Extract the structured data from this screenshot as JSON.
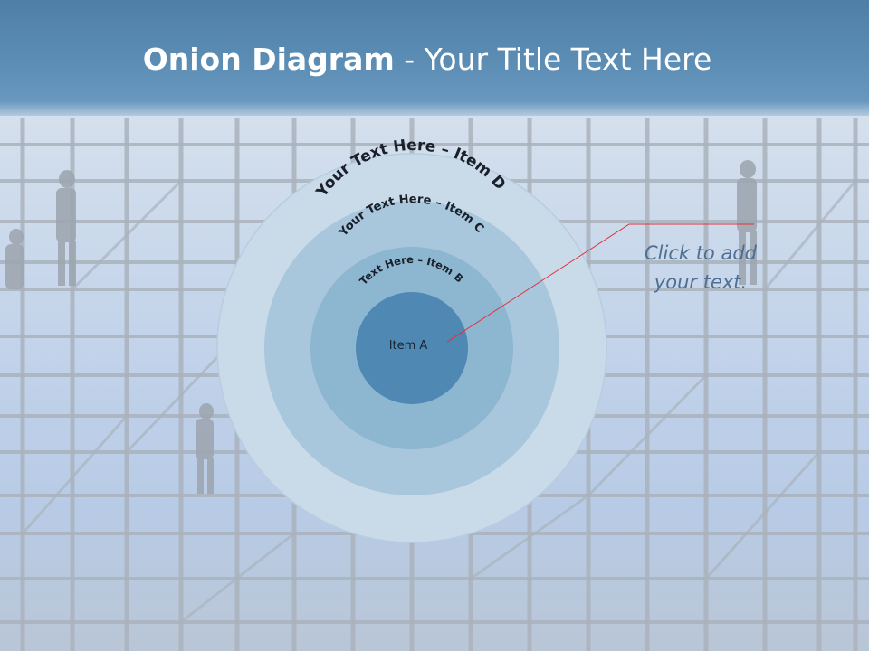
{
  "title": {
    "bold": "Onion Diagram",
    "rest": " - Your Title Text Here"
  },
  "rings": [
    {
      "label": "Your Text Here – Item D",
      "color": "#c9dbe8"
    },
    {
      "label": "Your Text Here – Item C",
      "color": "#a9c7dc"
    },
    {
      "label": "Text Here – Item B",
      "color": "#8db6d1"
    },
    {
      "label": "Item A",
      "color": "#4f88b2"
    }
  ],
  "callout": {
    "line1": "Click  to add",
    "line2": "your text."
  },
  "colors": {
    "header": "#5c8db4",
    "connector": "#e0303a",
    "callout_text": "#4f6f92"
  }
}
